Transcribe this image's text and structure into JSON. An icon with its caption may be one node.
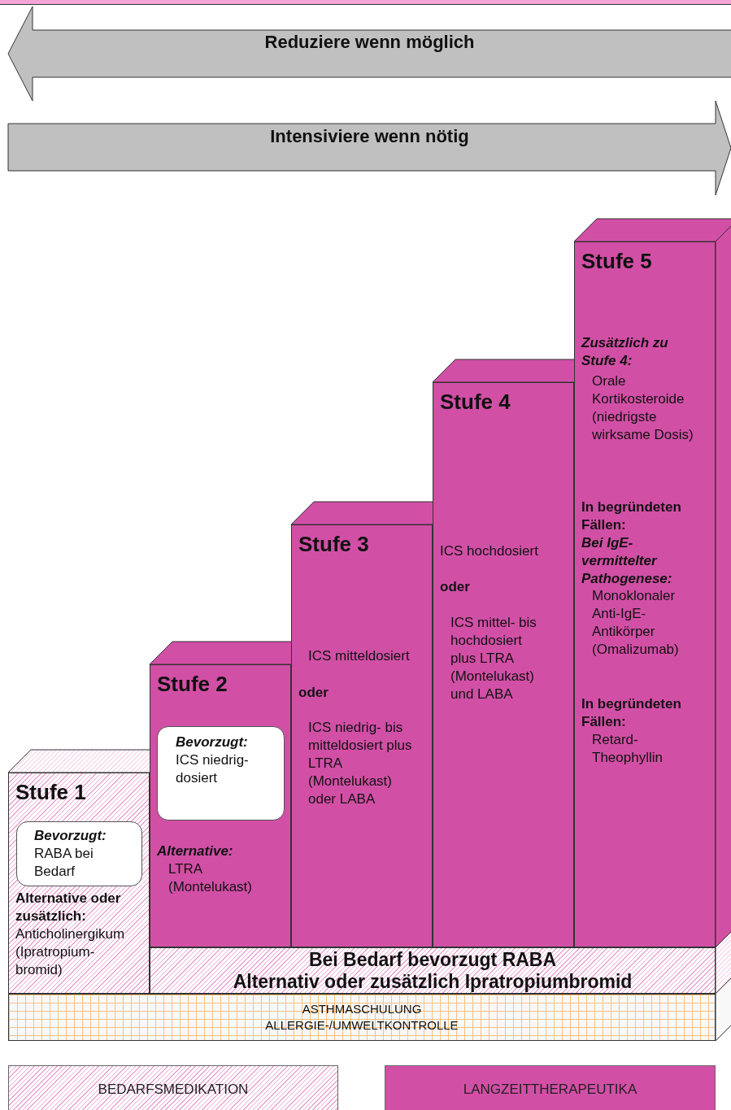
{
  "diagram": {
    "nodes": [
      {
        "text": [
          "Reduziere wenn möglich"
        ]
      },
      {
        "text": [
          "Intensiviere wenn nötig"
        ]
      },
      {
        "text": [
          "Stufe 1",
          "Alternative oder zusätzlich:",
          "Anticholinergikum (Ipratropium- bromid)"
        ]
      },
      {
        "text": [
          "Bevorzugt:",
          "RABA bei Bedarf"
        ],
        "in": 2
      },
      {
        "text": [
          "Stufe 2",
          "Alternative:",
          "LTRA (Montelukast)"
        ]
      },
      {
        "text": [
          "Bevorzugt:",
          "ICS niedrig- dosiert"
        ],
        "in": 4
      },
      {
        "text": [
          "Stufe 3",
          "ICS mitteldosiert",
          "oder",
          "ICS niedrig- bis mitteldosiert plus LTRA (Montelukast) oder LABA"
        ]
      },
      {
        "text": [
          "Stufe 4",
          "ICS hochdosiert",
          "oder",
          "ICS mittel- bis hochdosiert plus LTRA (Montelukast) und LABA"
        ]
      },
      {
        "text": [
          "Stufe 5",
          "Zusätzlich zu Stufe 4:",
          "Orale Kortikosteroide (niedrigste wirksame Dosis)",
          "In begründeten Fällen:",
          "Bei IgE- vermittelter Pathogenese:",
          "Monoklonaler Anti-IgE- Antikörper (Omalizumab)",
          "In begründeten Fällen:",
          "Retard- Theophyllin"
        ]
      },
      {
        "text": [
          "Bei Bedarf bevorzugt RABA",
          "Alternativ oder zusätzlich Ipratropiumbromid"
        ]
      },
      {
        "text": [
          "ASTHMASCHULUNG",
          "ALLERGIE-/UMWELTKONTROLLE"
        ]
      }
    ],
    "legend": [
      {
        "text": "BEDARFSMEDIKATION"
      },
      {
        "text": "LANGZEITTHERAPEUTIKA",
        "color": "#d24fa6"
      }
    ]
  }
}
